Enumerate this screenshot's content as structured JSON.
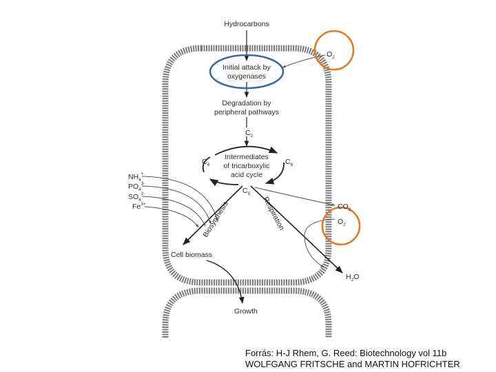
{
  "diagram": {
    "hydrocarbons": "Hydrocarbons",
    "initial_attack": [
      "Initial attack by",
      "oxygenases"
    ],
    "degradation": [
      "Degradation by",
      "peripheral pathways"
    ],
    "tca": [
      "Intermediates",
      "of tricarboxylic",
      "acid cycle"
    ],
    "carbon_labels": {
      "c2": {
        "base": "C",
        "sub": "2"
      },
      "c4": {
        "base": "C",
        "sub": "4"
      },
      "c6": {
        "base": "C",
        "sub": "6"
      },
      "c5": {
        "base": "C",
        "sub": "5"
      }
    },
    "nutrients": [
      {
        "base": "NH",
        "sub": "4",
        "sup": "+"
      },
      {
        "base": "PO",
        "sub": "4",
        "sup": "3-"
      },
      {
        "base": "SO",
        "sub": "4",
        "sup": "2-"
      },
      {
        "base": "Fe",
        "sub": "",
        "sup": "3+"
      }
    ],
    "biosynthesis": "Biosynthesis",
    "respiration": "Respiration",
    "cell_biomass": "Cell biomass",
    "growth": "Growth",
    "o2_top": {
      "base": "O",
      "sub": "2"
    },
    "co2": {
      "base": "CO",
      "sub": "2"
    },
    "o2_right": {
      "base": "O",
      "sub": "2"
    },
    "h2o": {
      "base": "H",
      "sub": "2",
      "tail": "O"
    },
    "colors": {
      "blue_highlight": "#3a6a9e",
      "orange_highlight": "#e07b25",
      "cell_wall": "#7a7a7a"
    }
  },
  "caption": {
    "line1": "Forrás: H-J Rhem, G. Reed: Biotechnology vol 11b",
    "line2": "WOLFGANG FRITSCHE and MARTIN HOFRICHTER"
  }
}
